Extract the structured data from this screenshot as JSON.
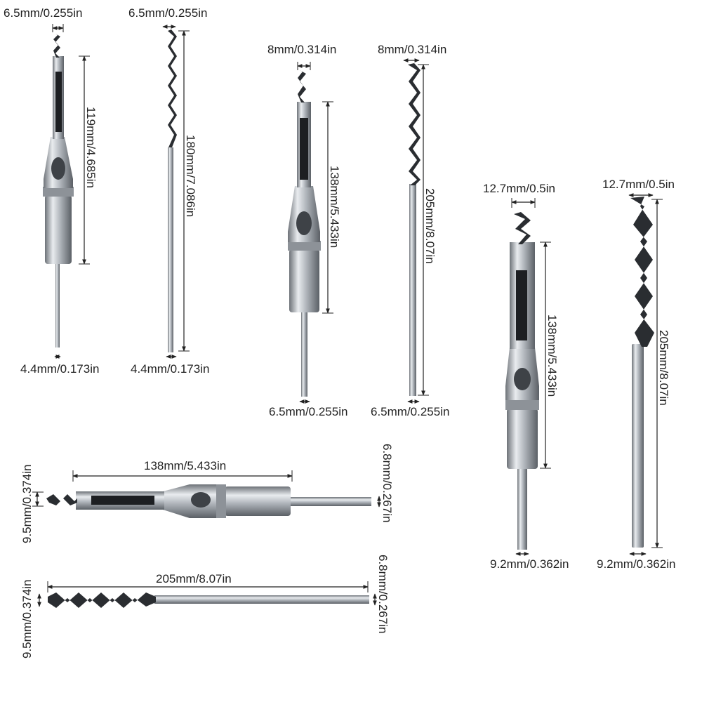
{
  "colors": {
    "background": "#ffffff",
    "steel": "#b8bdc3",
    "steel_dark": "#4a4e54",
    "dimension_line": "#222222",
    "text": "#222222"
  },
  "bits": {
    "chisel_small": {
      "tip_width": "6.5mm/0.255in",
      "length": "119mm/4.685in",
      "shank": "4.4mm/0.173in"
    },
    "drill_small": {
      "tip_width": "6.5mm/0.255in",
      "length": "180mm/7.086in",
      "shank": "4.4mm/0.173in"
    },
    "chisel_medium": {
      "tip_width": "8mm/0.314in",
      "length": "138mm/5.433in",
      "shank": "6.5mm/0.255in"
    },
    "drill_medium": {
      "tip_width": "8mm/0.314in",
      "length": "205mm/8.07in",
      "shank": "6.5mm/0.255in"
    },
    "chisel_large": {
      "tip_width": "12.7mm/0.5in",
      "length": "138mm/5.433in",
      "shank": "9.2mm/0.362in"
    },
    "drill_large": {
      "tip_width": "12.7mm/0.5in",
      "length": "205mm/8.07in",
      "shank": "9.2mm/0.362in"
    },
    "chisel_horizontal": {
      "tip_width": "9.5mm/0.374in",
      "length": "138mm/5.433in",
      "shank": "6.8mm/0.267in"
    },
    "drill_horizontal": {
      "tip_width": "9.5mm/0.374in",
      "length": "205mm/8.07in",
      "shank": "6.8mm/0.267in"
    }
  }
}
